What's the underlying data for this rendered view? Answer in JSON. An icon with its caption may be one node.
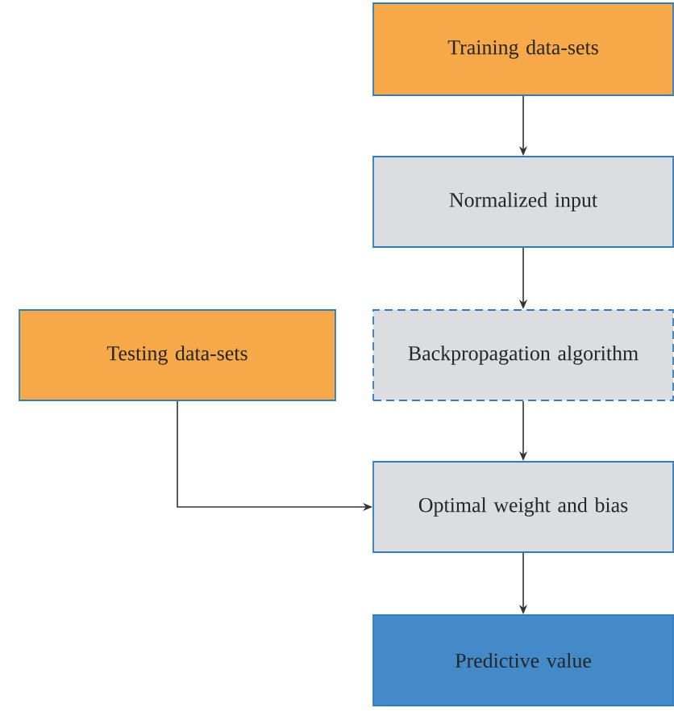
{
  "diagram": {
    "nodes": [
      {
        "text": [
          "Training data-sets"
        ]
      },
      {
        "text": [
          "Normalized input"
        ]
      },
      {
        "text": [
          "Testing data-sets"
        ]
      },
      {
        "text": [
          "Backpropagation algorithm"
        ]
      },
      {
        "text": [
          "Optimal weight and bias"
        ]
      },
      {
        "text": [
          "Predictive value"
        ]
      }
    ],
    "edges": [
      {
        "from": 0,
        "to": 1,
        "arrow": "to"
      },
      {
        "from": 1,
        "to": 3,
        "arrow": "to"
      },
      {
        "from": 3,
        "to": 4,
        "arrow": "to"
      },
      {
        "from": 2,
        "to": 4,
        "arrow": "to"
      },
      {
        "from": 4,
        "to": 5,
        "arrow": "to"
      }
    ]
  }
}
